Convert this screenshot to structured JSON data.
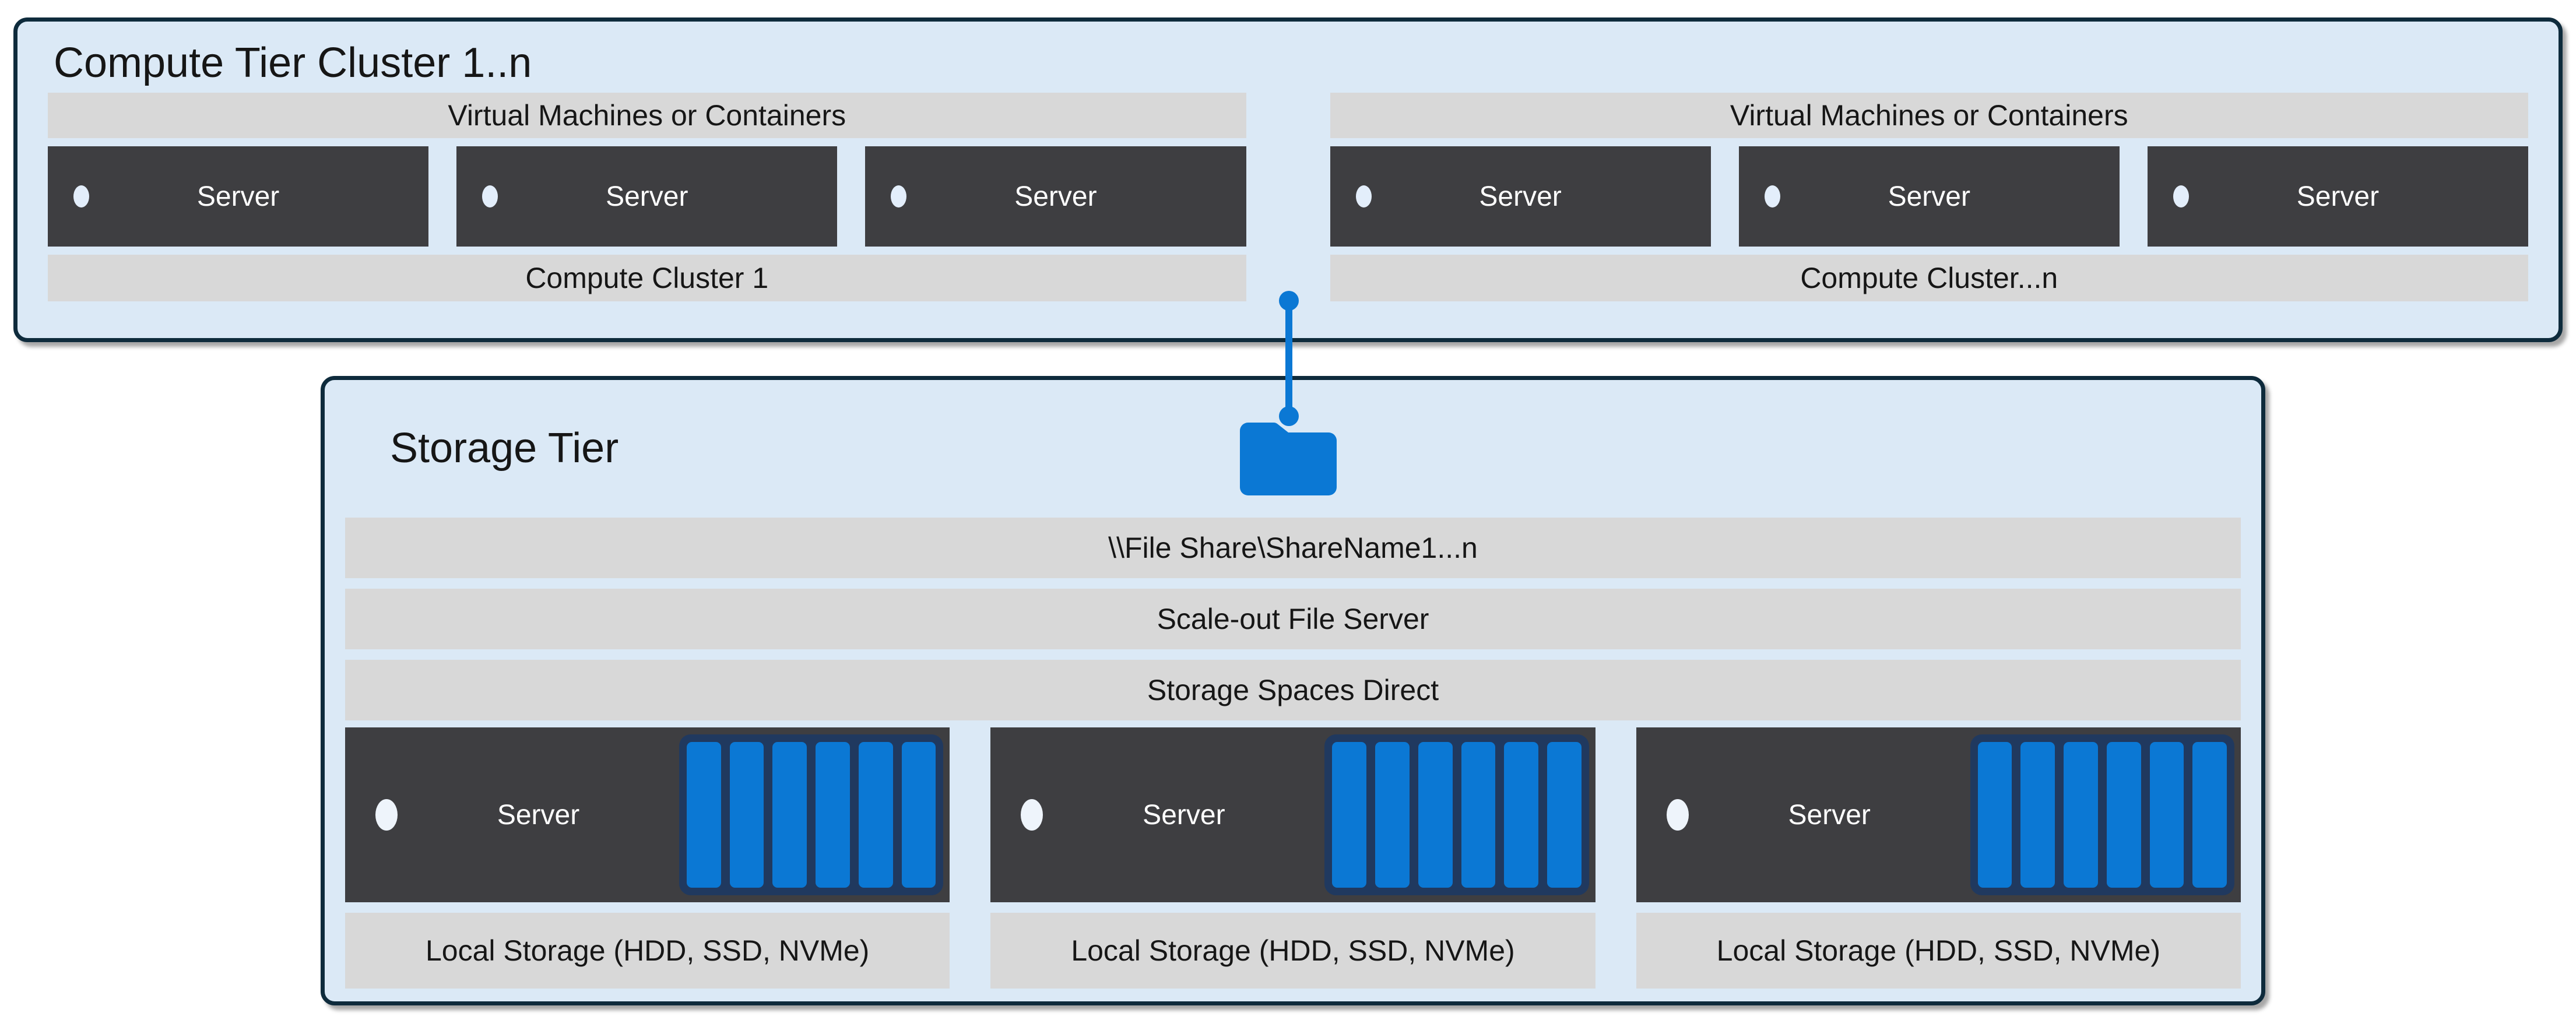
{
  "compute_tier": {
    "title": "Compute Tier Cluster 1..n",
    "clusters": [
      {
        "header": "Virtual Machines or Containers",
        "servers": [
          "Server",
          "Server",
          "Server"
        ],
        "footer": "Compute Cluster 1"
      },
      {
        "header": "Virtual Machines or Containers",
        "servers": [
          "Server",
          "Server",
          "Server"
        ],
        "footer": "Compute Cluster...n"
      }
    ]
  },
  "connector": {
    "style": "vertical blue line with round endpoints",
    "from": "compute tier",
    "to": "storage tier folder icon"
  },
  "storage_tier": {
    "title": "Storage Tier",
    "icon": "folder-icon",
    "layers": [
      "\\\\File Share\\ShareName1...n",
      "Scale-out File Server",
      "Storage Spaces Direct"
    ],
    "servers": [
      {
        "label": "Server",
        "disk_count": 6,
        "storage_label": "Local Storage (HDD, SSD, NVMe)"
      },
      {
        "label": "Server",
        "disk_count": 6,
        "storage_label": "Local Storage (HDD, SSD, NVMe)"
      },
      {
        "label": "Server",
        "disk_count": 6,
        "storage_label": "Local Storage (HDD, SSD, NVMe)"
      }
    ]
  },
  "icons": {
    "folder": "folder-icon",
    "server_led": "led-dot-icon",
    "disk": "disk-slat"
  },
  "colors": {
    "accent_blue": "#0b78d4",
    "disk_navy": "#20395f",
    "border_navy": "#0e2b3c",
    "tier_bg": "#dbe9f6",
    "bar_gray": "#d8d8d8",
    "server_dark": "#3e3e41",
    "text_dark": "#161616",
    "text_light": "#ffffff",
    "led_light": "#e3eefb"
  }
}
